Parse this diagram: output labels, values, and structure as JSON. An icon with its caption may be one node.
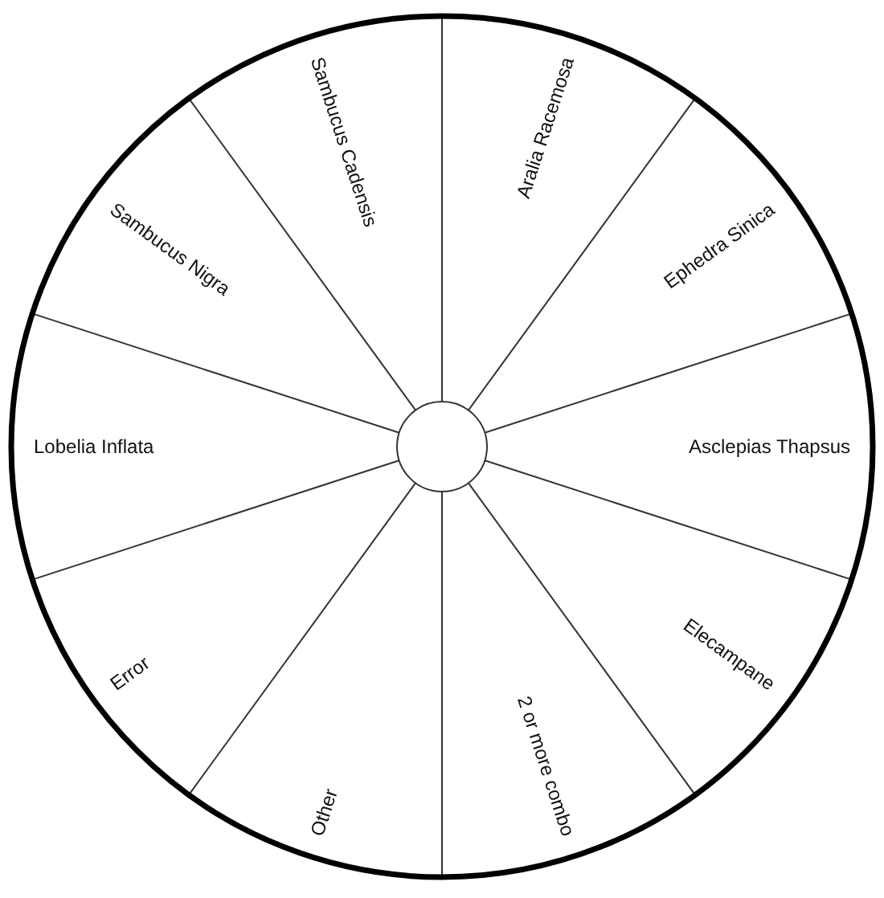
{
  "diagram": {
    "nodes": [
      {
        "text": [
          "Aralia Racemosa"
        ]
      },
      {
        "text": [
          "Ephedra Sinica"
        ]
      },
      {
        "text": [
          "Asclepias Thapsus"
        ]
      },
      {
        "text": [
          "Elecampane"
        ]
      },
      {
        "text": [
          "2 or more combo"
        ]
      },
      {
        "text": [
          "Other"
        ]
      },
      {
        "text": [
          "Error"
        ]
      },
      {
        "text": [
          "Lobelia Inflata"
        ]
      },
      {
        "text": [
          "Sambucus Nigra"
        ]
      },
      {
        "text": [
          "Sambucus Cadensis"
        ]
      }
    ]
  }
}
